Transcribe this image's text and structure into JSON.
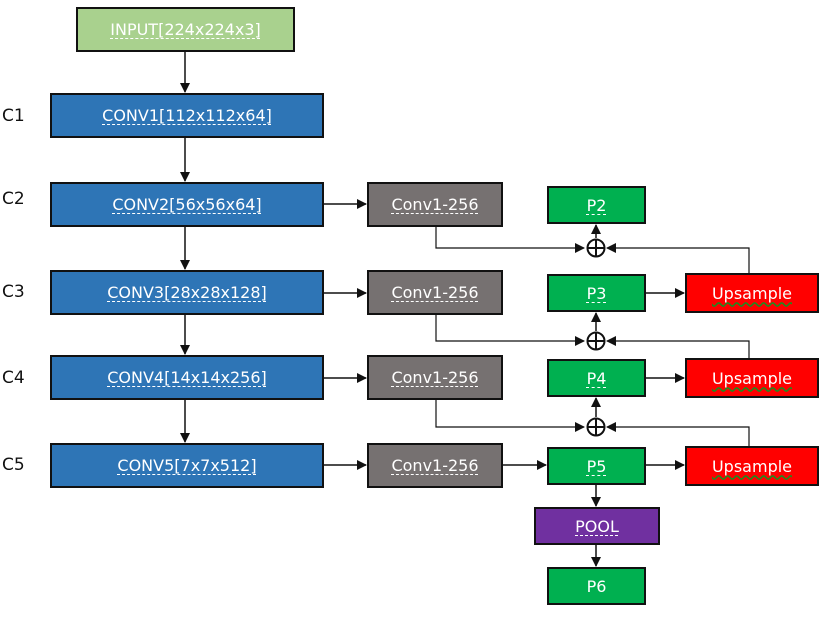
{
  "colors": {
    "input": "#a9d18e",
    "backbone": "#2e75b6",
    "lateral": "#767171",
    "pyramid": "#00b050",
    "upsample": "#ff0000",
    "pool": "#7030a0",
    "border": "#111111"
  },
  "stage_labels": [
    "C1",
    "C2",
    "C3",
    "C4",
    "C5"
  ],
  "backbone": {
    "input": "INPUT[224x224x3]",
    "conv1": "CONV1[112x112x64]",
    "conv2": "CONV2[56x56x64]",
    "conv3": "CONV3[28x28x128]",
    "conv4": "CONV4[14x14x256]",
    "conv5": "CONV5[7x7x512]"
  },
  "lateral": {
    "l2": "Conv1-256",
    "l3": "Conv1-256",
    "l4": "Conv1-256",
    "l5": "Conv1-256"
  },
  "pyramid": {
    "p2": "P2",
    "p3": "P3",
    "p4": "P4",
    "p5": "P5",
    "pool": "POOL",
    "p6": "P6"
  },
  "upsample": {
    "u3": "Upsample",
    "u4": "Upsample",
    "u5": "Upsample"
  },
  "merge_symbol": "⊕"
}
